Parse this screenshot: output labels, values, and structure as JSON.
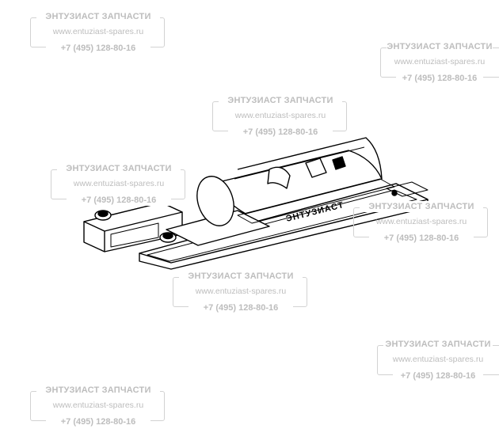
{
  "watermark": {
    "title": "ЭНТУЗИАСТ ЗАПЧАСТИ",
    "url": "www.entuziast-spares.ru",
    "phone": "+7 (495) 128-80-16",
    "color": "#bdbdbd"
  },
  "part": {
    "label_on_part": "ЭНТУЗИАСТ",
    "line_color": "#000000"
  }
}
